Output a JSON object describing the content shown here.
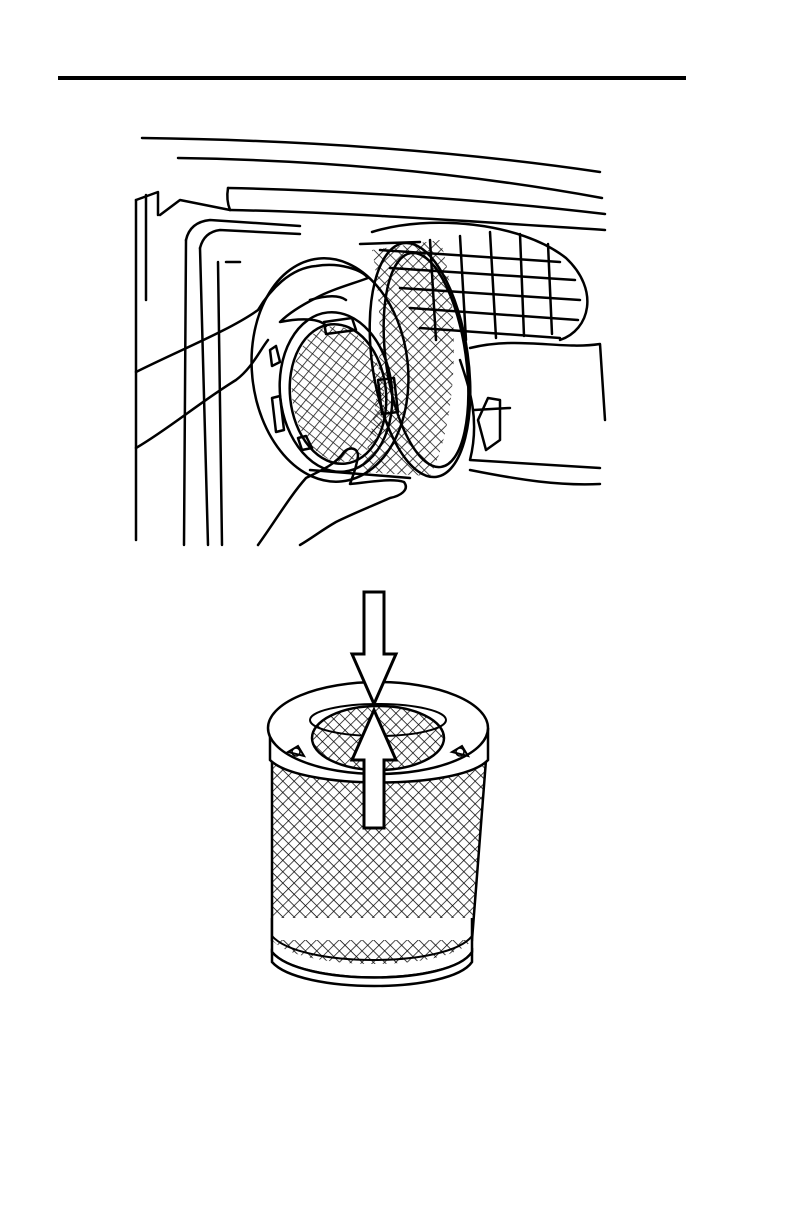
{
  "page": {
    "background": "#ffffff",
    "ink_color": "#000000"
  },
  "figures": [
    {
      "kind": "line-illustration",
      "subject": "removing-air-filter-element-icon"
    },
    {
      "kind": "line-illustration",
      "subject": "air-filter-element-seal-icon"
    }
  ],
  "arrows": [
    {
      "direction": "down",
      "icon": "arrow-down-icon"
    },
    {
      "direction": "up",
      "icon": "arrow-up-icon"
    }
  ]
}
